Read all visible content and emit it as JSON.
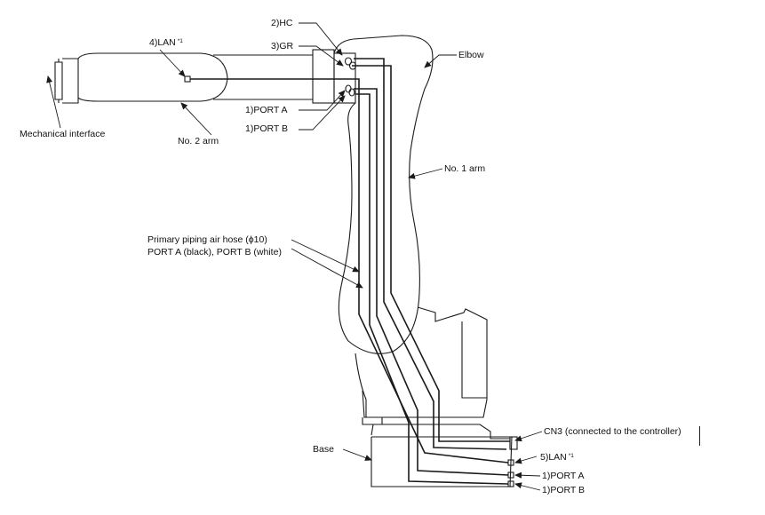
{
  "labels": {
    "hc": "2)HC",
    "gr": "3)GR",
    "lan_top": "4)LAN",
    "lan_top_note": "*1",
    "elbow": "Elbow",
    "mechanical_interface": "Mechanical interface",
    "no2_arm": "No. 2 arm",
    "port_a_top": "1)PORT A",
    "port_b_top": "1)PORT B",
    "no1_arm": "No. 1 arm",
    "hose_line1": "Primary piping air hose (ϕ10)",
    "hose_line2": "PORT A (black), PORT B (white)",
    "cn3": "CN3 (connected to the controller)",
    "base": "Base",
    "lan_bottom": "5)LAN",
    "lan_bottom_note": "*1",
    "port_a_bottom": "1)PORT A",
    "port_b_bottom": "1)PORT B"
  },
  "colors": {
    "line": "#1a1a1a",
    "background": "#ffffff"
  }
}
